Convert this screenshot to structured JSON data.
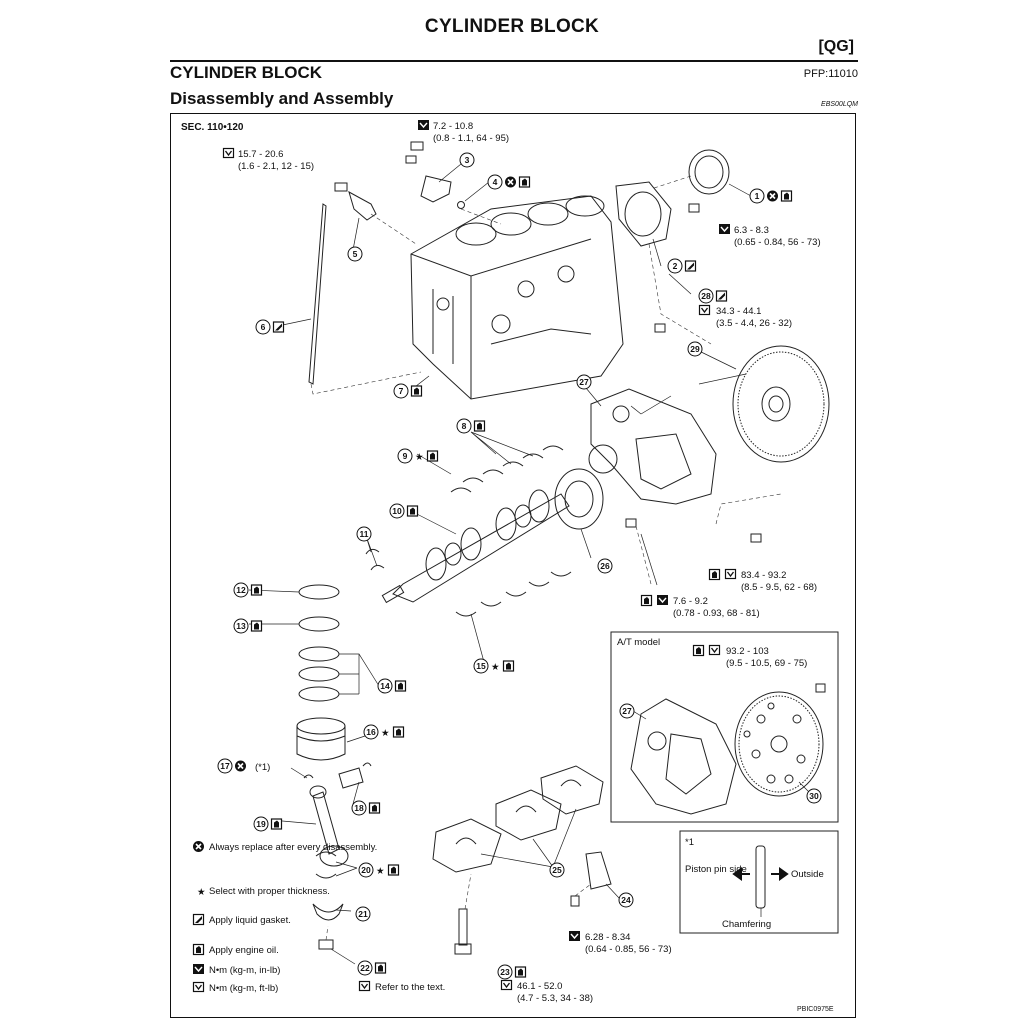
{
  "header": {
    "page_title": "CYLINDER BLOCK",
    "section_tag": "[QG]",
    "section_title": "CYLINDER BLOCK",
    "pfp_code": "PFP:11010",
    "subtitle": "Disassembly and Assembly",
    "ebs_code": "EBS00LQM"
  },
  "diagram": {
    "sec_label": "SEC. 110•120",
    "torques": [
      {
        "id": "t1",
        "line1": "7.2 - 10.8",
        "line2": "(0.8 - 1.1, 64 - 95)"
      },
      {
        "id": "t2",
        "line1": "15.7 - 20.6",
        "line2": "(1.6 - 2.1, 12 - 15)"
      },
      {
        "id": "t3",
        "line1": "6.3 - 8.3",
        "line2": "(0.65 - 0.84, 56 - 73)"
      },
      {
        "id": "t4",
        "line1": "34.3 - 44.1",
        "line2": "(3.5 - 4.4, 26 - 32)"
      },
      {
        "id": "t5",
        "line1": "83.4 - 93.2",
        "line2": "(8.5 - 9.5, 62 - 68)"
      },
      {
        "id": "t6",
        "line1": "7.6 - 9.2",
        "line2": "(0.78 - 0.93, 68 - 81)"
      },
      {
        "id": "t7",
        "line1": "93.2 - 103",
        "line2": "(9.5 - 10.5, 69 - 75)"
      },
      {
        "id": "t8",
        "line1": "6.28 - 8.34",
        "line2": "(0.64 - 0.85, 56 - 73)"
      },
      {
        "id": "t9",
        "line1": "46.1 - 52.0",
        "line2": "(4.7 - 5.3, 34 - 38)"
      }
    ],
    "callouts": [
      "1",
      "2",
      "3",
      "4",
      "5",
      "6",
      "7",
      "8",
      "9",
      "10",
      "11",
      "12",
      "13",
      "14",
      "15",
      "16",
      "17",
      "18",
      "19",
      "20",
      "21",
      "22",
      "23",
      "24",
      "25",
      "26",
      "27",
      "28",
      "29",
      "30"
    ],
    "at_model_label": "A/T model",
    "note_ref": "(*1)",
    "inset": {
      "ref": "*1",
      "piston_pin_side": "Piston pin side",
      "outside": "Outside",
      "chamfering": "Chamfering"
    },
    "legend": [
      {
        "icon": "always-replace-icon",
        "text": "Always replace after every disassembly."
      },
      {
        "icon": "star-icon",
        "text": "Select with proper thickness."
      },
      {
        "icon": "liquid-gasket-icon",
        "text": "Apply liquid gasket."
      },
      {
        "icon": "engine-oil-icon",
        "text": "Apply engine oil."
      },
      {
        "icon": "torque-inlb-icon",
        "text": "N•m (kg-m, in-lb)"
      },
      {
        "icon": "torque-ftlb-icon",
        "text": "N•m (kg-m, ft-lb)"
      }
    ],
    "refer_text": "Refer to the text.",
    "figure_code": "PBIC0975E"
  }
}
